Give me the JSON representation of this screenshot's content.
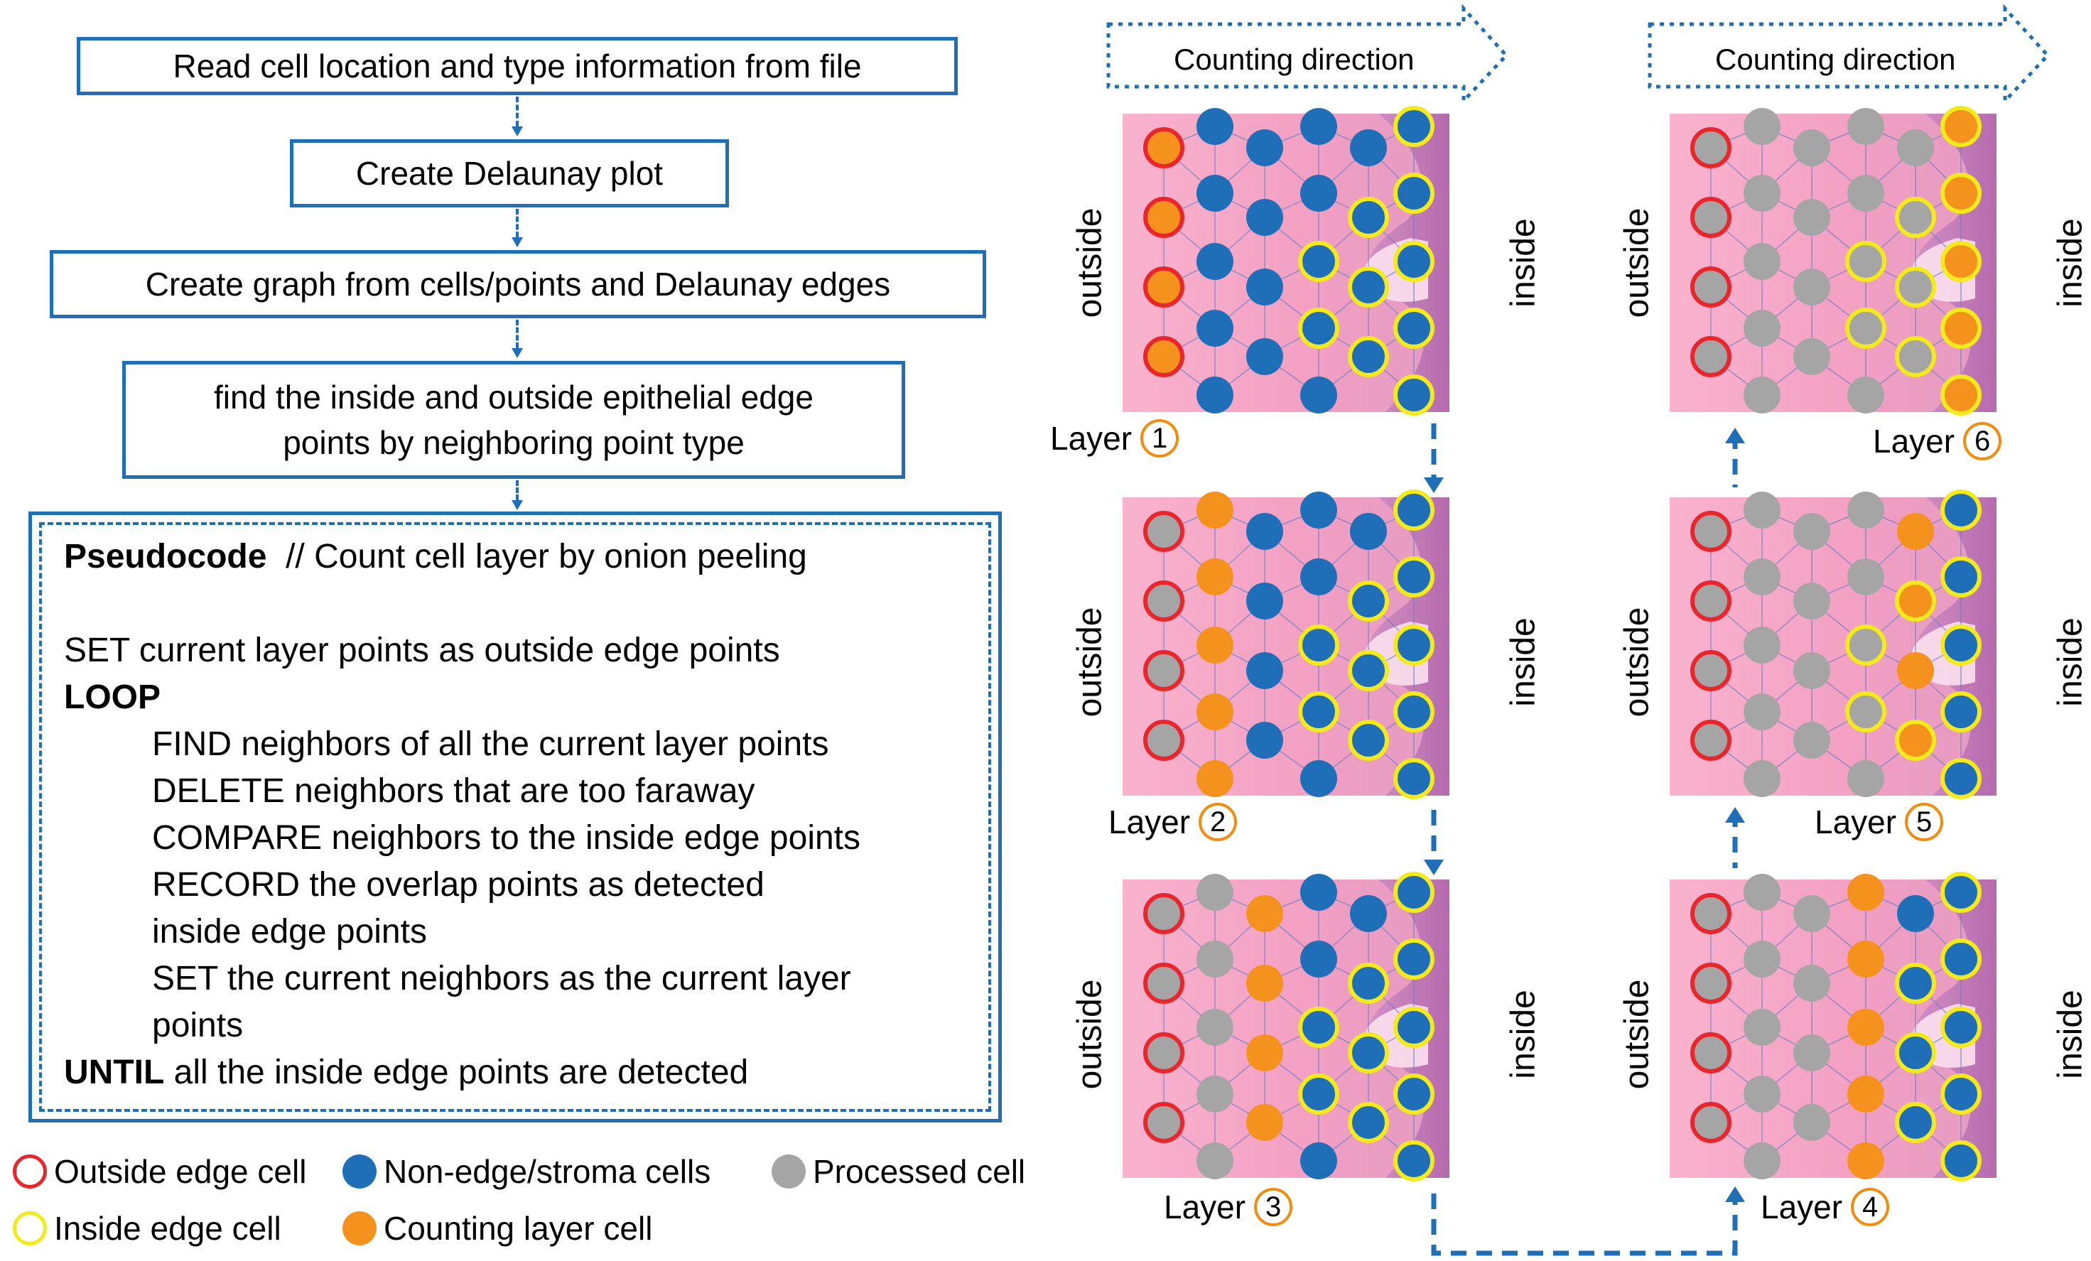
{
  "flowchart": {
    "steps": [
      "Read cell location and type information from file",
      "Create Delaunay plot",
      "Create graph from cells/points and Delaunay edges",
      [
        "find the inside and outside epithelial edge",
        "points by neighboring point type"
      ]
    ]
  },
  "pseudocode": {
    "title_bold": "Pseudocode",
    "title_rest": "  // Count cell layer by onion peeling",
    "set_line": "SET current layer points as outside edge points",
    "loop": "LOOP",
    "body": [
      "FIND neighbors of all the current layer points",
      "DELETE neighbors that are too faraway",
      "COMPARE neighbors to the inside edge points",
      "RECORD the overlap points as detected",
      "inside edge points",
      "SET the current neighbors as the current layer",
      "points"
    ],
    "until_bold": "UNTIL",
    "until_rest": " all the inside edge points are detected"
  },
  "legend": {
    "outside_edge": "Outside edge cell",
    "non_edge": "Non-edge/stroma cells",
    "processed": "Processed cell",
    "inside_edge": "Inside edge cell",
    "counting": "Counting layer cell"
  },
  "panels": {
    "counting_direction": "Counting direction",
    "outside": "outside",
    "inside": "inside",
    "layer_word": "Layer",
    "layers": [
      "1",
      "2",
      "3",
      "4",
      "5",
      "6"
    ]
  },
  "colors": {
    "outside_edge": "#e8262b",
    "non_edge": "#1f6fb8",
    "processed": "#a5a5a5",
    "inside_edge": "#f3ea1c",
    "counting": "#f5921e",
    "flow": "#1f6fb8"
  }
}
